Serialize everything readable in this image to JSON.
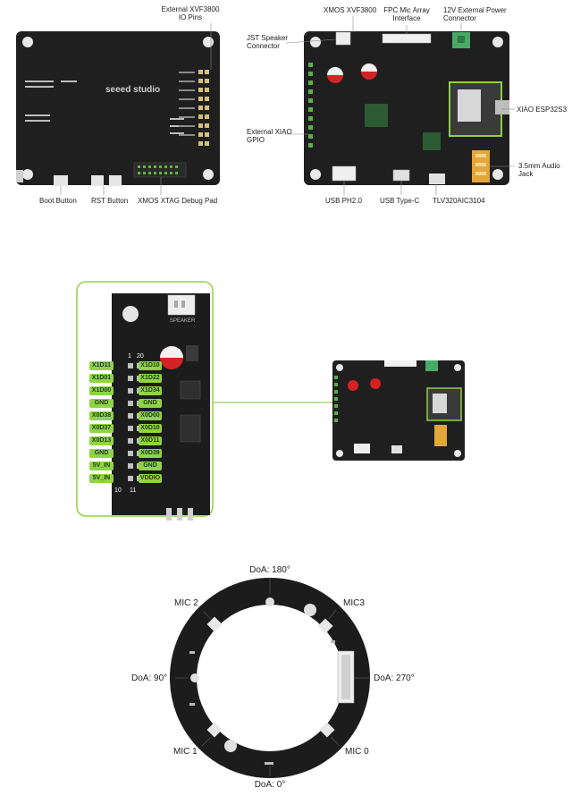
{
  "colors": {
    "board": "#1c1c1c",
    "pin_label": "#8fd444",
    "leader": "#7cc03a",
    "copper": "#c9a24a"
  },
  "top_left": {
    "board_silk": "seeed studio",
    "labels": {
      "io_pins": [
        "External XVF3800",
        "IO Pins"
      ],
      "boot": "Boot Button",
      "rst": "RST Button",
      "xtag": "XMOS XTAG Debug Pad"
    }
  },
  "top_right": {
    "labels": {
      "jst": [
        "JST Speaker",
        "Connector"
      ],
      "xmos": "XMOS XVF3800",
      "fpc": [
        "FPC Mic Array",
        "Interface"
      ],
      "power": [
        "12V External Power",
        "Connector"
      ],
      "xiao": "XIAO ESP32S3",
      "gpio": [
        "External XIAO",
        "GPIO"
      ],
      "audio": [
        "3.5mm Audio",
        "Jack"
      ],
      "usb_ph": "USB PH2.0",
      "usb_c": "USB Type-C",
      "tlv": "TLV320AIC3104"
    }
  },
  "pinout": {
    "header_top": [
      "1",
      "20"
    ],
    "header_bottom": [
      "10",
      "11"
    ],
    "speaker_silk": "SPEAKER",
    "left": [
      "X1D11",
      "X1D01",
      "X1D00",
      "GND",
      "X0D38",
      "X0D37",
      "X0D13",
      "GND",
      "5V_IN",
      "5V_IN"
    ],
    "right": [
      "X1D10",
      "X1D22",
      "X1D34",
      "GND",
      "X0D00",
      "X0D10",
      "X0D11",
      "X0D39",
      "GND",
      "VDDIO"
    ]
  },
  "mic_array": {
    "doa_top": "DoA: 180°",
    "doa_left": "DoA: 90°",
    "doa_right": "DoA: 270°",
    "doa_bottom": "DoA: 0°",
    "mic_tl": "MIC 2",
    "mic_tr": "MIC3",
    "mic_bl": "MIC 1",
    "mic_br": "MIC 0"
  }
}
